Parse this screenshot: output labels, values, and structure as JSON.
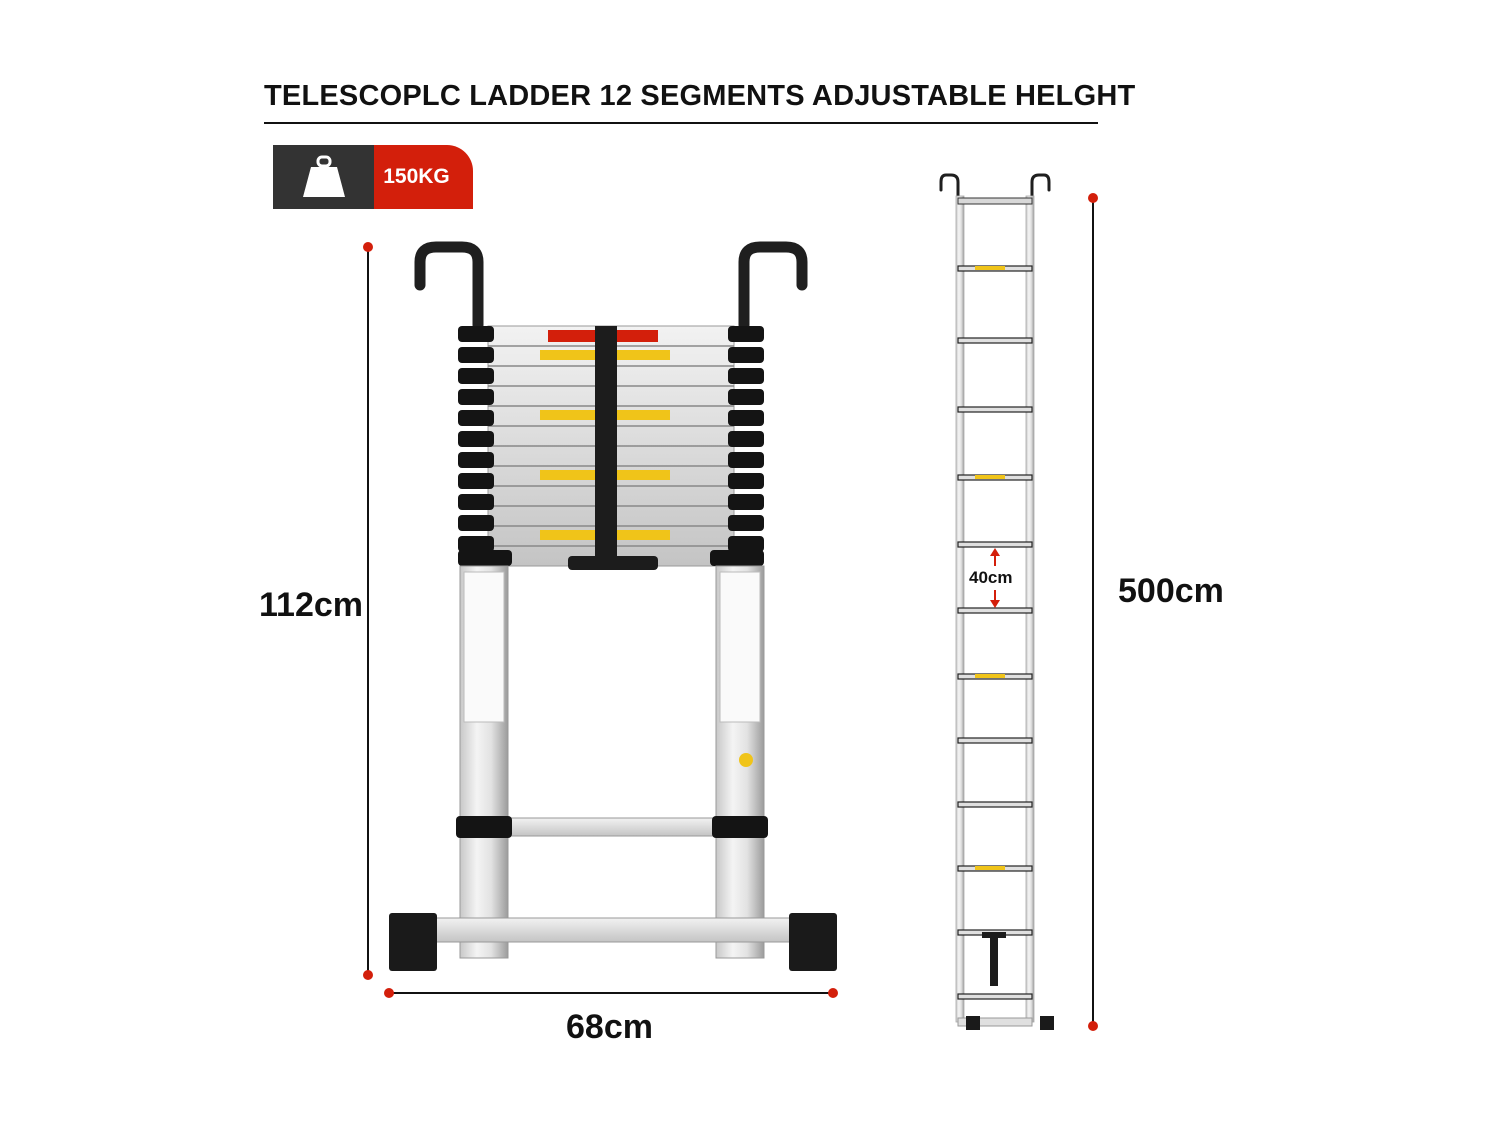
{
  "title": "TELESCOPLC LADDER 12 SEGMENTS ADJUSTABLE HELGHT",
  "load_badge": {
    "icon": "weight-icon",
    "value": "150KG",
    "colors": {
      "icon_bg": "#333333",
      "value_bg": "#d31f0b"
    }
  },
  "dimensions": {
    "folded_height": "112cm",
    "width": "68cm",
    "extended_height": "500cm",
    "rung_spacing": "40cm"
  },
  "accent_color": "#d31f0b"
}
